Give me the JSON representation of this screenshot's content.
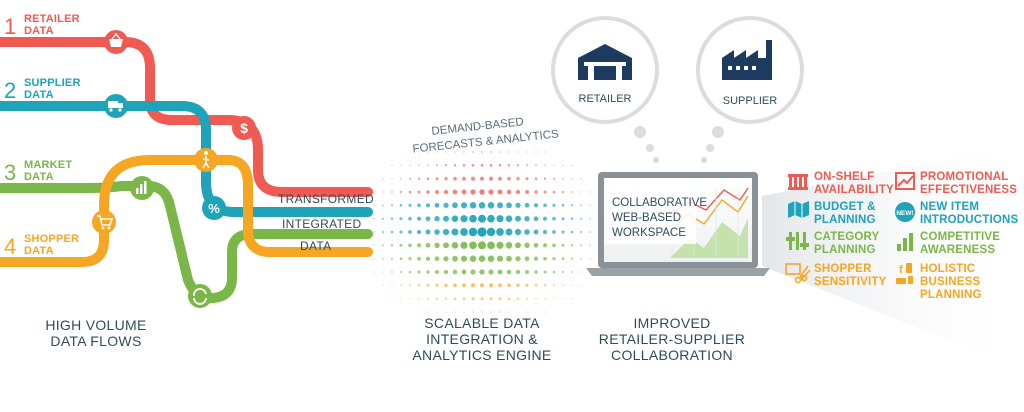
{
  "colors": {
    "retailer": "#ef5a53",
    "supplier": "#1ea3b8",
    "market": "#7ab648",
    "shopper": "#f5a623",
    "navy": "#1d3b5e",
    "text": "#2e4d5a"
  },
  "flows": [
    {
      "num": "1",
      "line1": "RETAILER",
      "line2": "DATA",
      "icon": "basket-icon"
    },
    {
      "num": "2",
      "line1": "SUPPLIER",
      "line2": "DATA",
      "icon": "truck-icon"
    },
    {
      "num": "3",
      "line1": "MARKET",
      "line2": "DATA",
      "icon": "chart-icon"
    },
    {
      "num": "4",
      "line1": "SHOPPER",
      "line2": "DATA",
      "icon": "cart-icon"
    }
  ],
  "pipeline_labels": [
    "TRANSFORMED",
    "INTEGRATED",
    "DATA"
  ],
  "captions": {
    "flows": [
      "HIGH VOLUME",
      "DATA FLOWS"
    ],
    "engine": [
      "SCALABLE DATA",
      "INTEGRATION &",
      "ANALYTICS ENGINE"
    ],
    "collab": [
      "IMPROVED",
      "RETAILER-SUPPLIER",
      "COLLABORATION"
    ]
  },
  "engine_arc": [
    "DEMAND-BASED",
    "FORECASTS & ANALYTICS"
  ],
  "bubbles": {
    "retailer": "RETAILER",
    "supplier": "SUPPLIER"
  },
  "workspace": [
    "COLLABORATIVE",
    "WEB-BASED",
    "WORKSPACE"
  ],
  "features": [
    {
      "lines": [
        "ON-SHELF",
        "AVAILABILITY"
      ],
      "color": "#ef5a53",
      "icon": "shelf-icon"
    },
    {
      "lines": [
        "PROMOTIONAL",
        "EFFECTIVENESS"
      ],
      "color": "#ef5a53",
      "icon": "trend-icon"
    },
    {
      "lines": [
        "BUDGET &",
        "PLANNING"
      ],
      "color": "#1ea3b8",
      "icon": "map-icon"
    },
    {
      "lines": [
        "NEW ITEM",
        "INTRODUCTIONS"
      ],
      "color": "#1ea3b8",
      "icon": "new-badge-icon",
      "badge": "NEW!"
    },
    {
      "lines": [
        "CATEGORY",
        "PLANNING"
      ],
      "color": "#7ab648",
      "icon": "category-icon"
    },
    {
      "lines": [
        "COMPETITIVE",
        "AWARENESS"
      ],
      "color": "#7ab648",
      "icon": "bars-icon"
    },
    {
      "lines": [
        "SHOPPER",
        "SENSITIVITY"
      ],
      "color": "#f5a623",
      "icon": "scissors-icon"
    },
    {
      "lines": [
        "HOLISTIC",
        "BUSINESS",
        "PLANNING"
      ],
      "color": "#f5a623",
      "icon": "social-icon"
    }
  ]
}
